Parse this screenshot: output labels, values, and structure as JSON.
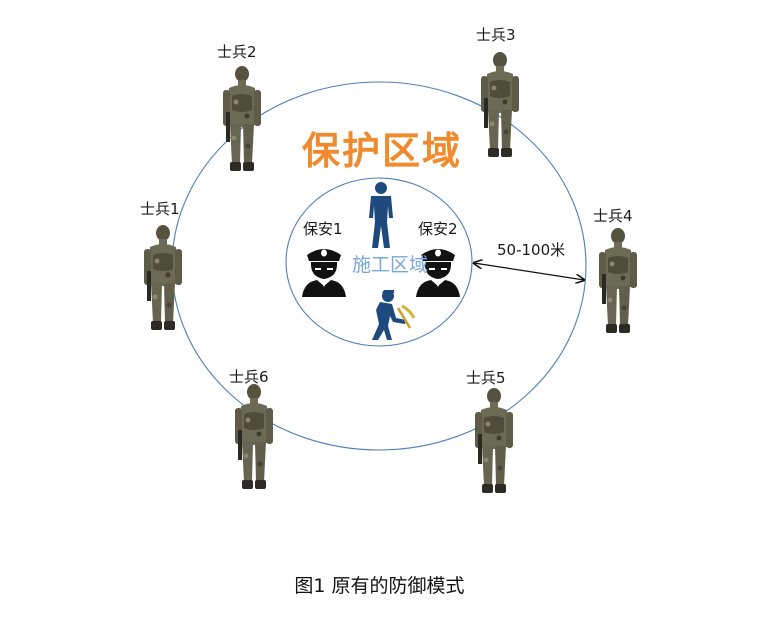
{
  "diagram": {
    "outer_zone_label": "保护区域",
    "inner_zone_label": "施工区域",
    "distance_label": "50-100米",
    "caption": "图1    原有的防御模式",
    "soldiers": [
      "士兵1",
      "士兵2",
      "士兵3",
      "士兵4",
      "士兵5",
      "士兵6"
    ],
    "guards": [
      "保安1",
      "保安2"
    ]
  },
  "colors": {
    "circle": "#4f7fb5",
    "outer_title": "#f08a2c",
    "inner_title": "#7aa8d8",
    "worker": "#1f4a7e",
    "guard": "#111111",
    "soldier_camo": "#6b6a55"
  },
  "icons": [
    "soldier-icon",
    "guard-icon",
    "worker-icon",
    "pickaxe-icon",
    "double-arrow-icon"
  ]
}
